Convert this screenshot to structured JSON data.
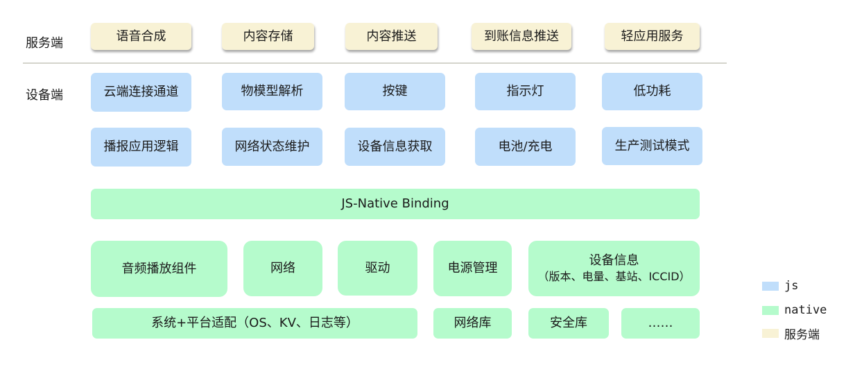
{
  "labels": {
    "server": "服务端",
    "device": "设备端"
  },
  "server_services": [
    "语音合成",
    "内容存储",
    "内容推送",
    "到账信息推送",
    "轻应用服务"
  ],
  "device_js_row1": [
    "云端连接通道",
    "物模型解析",
    "按键",
    "指示灯",
    "低功耗"
  ],
  "device_js_row2": [
    "播报应用逻辑",
    "网络状态维护",
    "设备信息获取",
    "电池/充电",
    "生产测试模式"
  ],
  "binding": "JS-Native Binding",
  "native_row1": {
    "audio": "音频播放组件",
    "network": "网络",
    "driver": "驱动",
    "power": "电源管理",
    "device_info": "设备信息",
    "device_info_detail": "（版本、电量、基站、ICCID）"
  },
  "native_row2": {
    "system": "系统+平台适配（OS、KV、日志等）",
    "netlib": "网络库",
    "seclib": "安全库",
    "more": "……"
  },
  "legend": [
    {
      "label": "js",
      "color": "#c0defb"
    },
    {
      "label": "native",
      "color": "#b5fbcc"
    },
    {
      "label": "服务端",
      "color": "#f8f2d5"
    }
  ],
  "colors": {
    "server": "#f8f2d5",
    "js": "#c0defb",
    "native": "#b5fbcc",
    "divider": "#d4d4cc"
  }
}
